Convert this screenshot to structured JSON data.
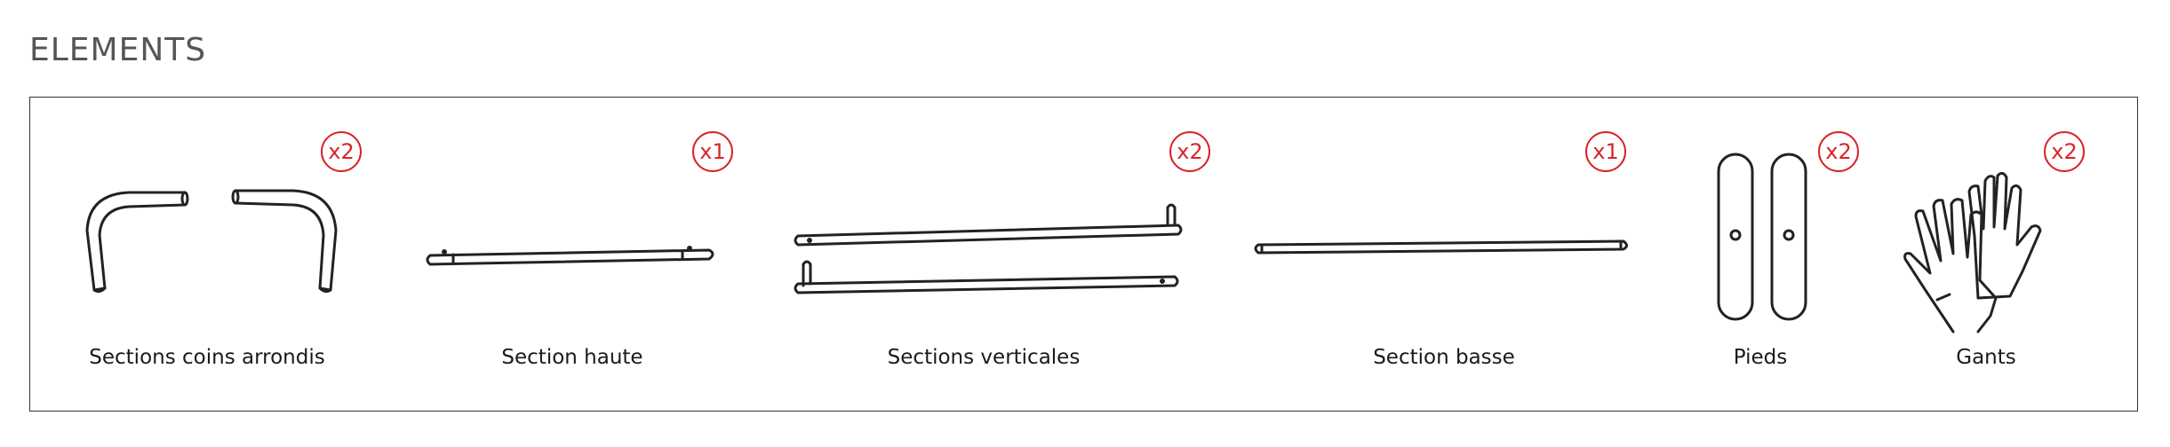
{
  "heading": "ELEMENTS",
  "items": [
    {
      "label": "Sections coins arrondis",
      "qty": "x2",
      "icon": "rounded-corner-sections-icon"
    },
    {
      "label": "Section haute",
      "qty": "x1",
      "icon": "top-section-icon"
    },
    {
      "label": "Sections verticales",
      "qty": "x2",
      "icon": "vertical-sections-icon"
    },
    {
      "label": "Section basse",
      "qty": "x1",
      "icon": "bottom-section-icon"
    },
    {
      "label": "Pieds",
      "qty": "x2",
      "icon": "feet-icon"
    },
    {
      "label": "Gants",
      "qty": "x2",
      "icon": "gloves-icon"
    }
  ],
  "colors": {
    "badge": "#d9232a",
    "heading": "#555555",
    "border": "#333333"
  }
}
